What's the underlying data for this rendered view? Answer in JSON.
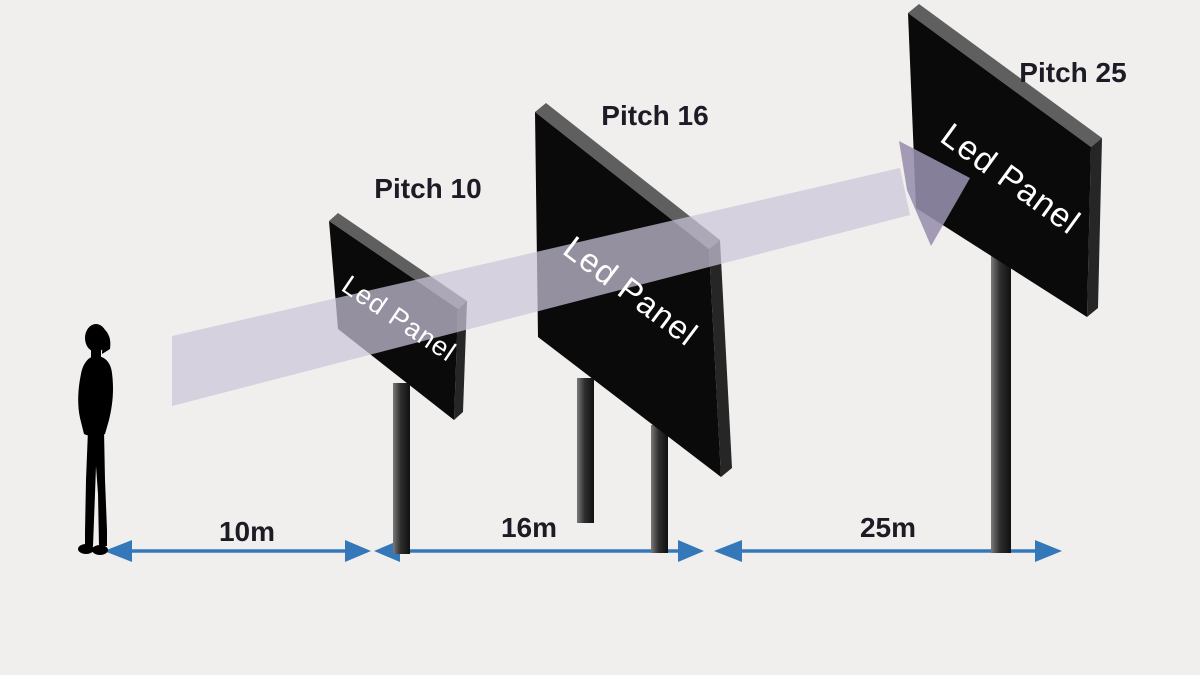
{
  "diagram": {
    "background_color": "#f0efed",
    "panels": [
      {
        "pitch_label": "Pitch 10",
        "screen_text": "Led Panel",
        "distance_label": "10m"
      },
      {
        "pitch_label": "Pitch 16",
        "screen_text": "Led Panel",
        "distance_label": "16m"
      },
      {
        "pitch_label": "Pitch 25",
        "screen_text": "Led Panel",
        "distance_label": "25m"
      }
    ],
    "distances_m": [
      10,
      16,
      25
    ],
    "pitches": [
      10,
      16,
      25
    ],
    "icons": {
      "viewing_beam": "right-arrow-beam",
      "measure_arrows": "double-headed-horizontal-arrow",
      "person": "standing-person-silhouette"
    },
    "colors": {
      "panel_face": "#0a0a0a",
      "panel_top_edge": "#5f5f5f",
      "panel_side_edge": "#262626",
      "pole_light": "#777777",
      "pole_dark": "#141414",
      "beam_fill": "#cbc5d9",
      "beam_arrowhead": "#9790ad",
      "measure_arrow_blue": "#3578b9",
      "label_text": "#1d1b24",
      "panel_text": "#ffffff",
      "person_silhouette": "#000000"
    }
  }
}
